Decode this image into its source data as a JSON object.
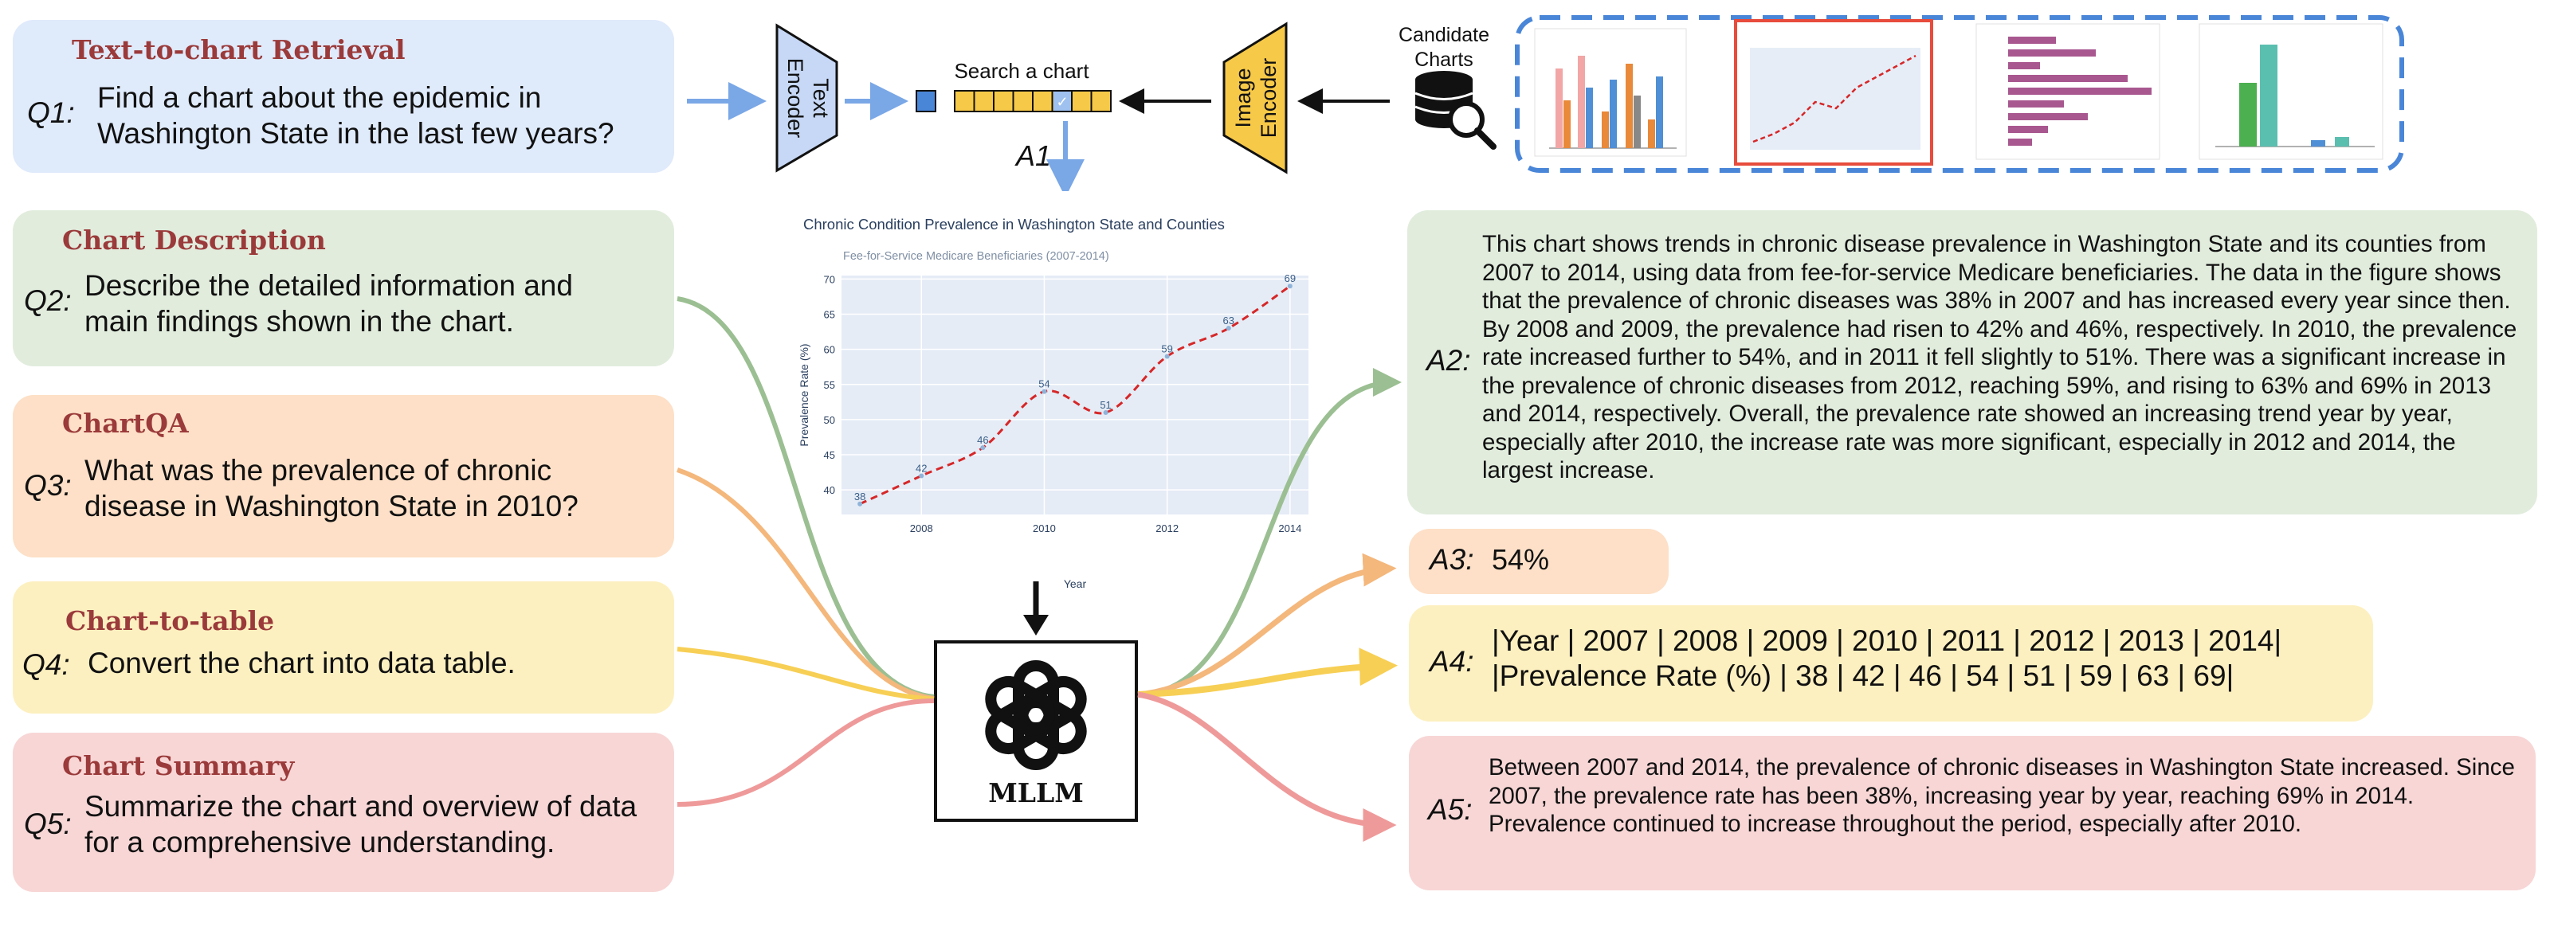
{
  "retrieval": {
    "title": "Text-to-chart Retrieval",
    "q_label": "Q1:",
    "q_text": "Find a chart about the epidemic in Washington State in the last few years?",
    "text_encoder": "Text Encoder",
    "image_encoder": "Image Encoder",
    "search_label": "Search a chart",
    "a_label": "A1",
    "candidate_label": "Candidate Charts"
  },
  "tasks": [
    {
      "title": "Chart Description",
      "q_label": "Q2:",
      "q_text": "Describe the detailed information and main findings shown in the chart."
    },
    {
      "title": "ChartQA",
      "q_label": "Q3:",
      "q_text": "What was the prevalence of chronic disease in Washington State in 2010?"
    },
    {
      "title": "Chart-to-table",
      "q_label": "Q4:",
      "q_text": "Convert the chart into data table."
    },
    {
      "title": "Chart Summary",
      "q_label": "Q5:",
      "q_text": "Summarize the chart and overview of data for a comprehensive understanding."
    }
  ],
  "answers": [
    {
      "label": "A2:",
      "text": "This chart shows trends in chronic disease prevalence in Washington State and its counties from 2007 to 2014, using data from fee-for-service Medicare beneficiaries. The data in the figure shows that the prevalence of chronic diseases was 38% in 2007 and has increased every year since then. By 2008 and 2009, the prevalence had risen to 42% and 46%, respectively. In 2010, the prevalence rate increased further to 54%, and in 2011 it fell slightly to 51%. There was a significant increase in the prevalence of chronic diseases from 2012, reaching 59%, and rising to 63% and 69% in 2013 and 2014, respectively. Overall, the prevalence rate showed an increasing trend year by year, especially after 2010, the increase rate was more significant, especially in 2012 and 2014, the largest increase."
    },
    {
      "label": "A3:",
      "text": "54%"
    },
    {
      "label": "A4:",
      "line1": "|Year | 2007 | 2008 | 2009 | 2010 | 2011 | 2012 | 2013 | 2014|",
      "line2": "|Prevalence Rate (%) | 38 | 42 | 46 | 54 | 51 | 59 | 63 | 69|"
    },
    {
      "label": "A5:",
      "text": "Between 2007 and 2014, the prevalence of chronic diseases in Washington State increased. Since 2007, the prevalence rate has been 38%, increasing year by year, reaching 69% in 2014. Prevalence continued to increase throughout the period, especially after 2010."
    }
  ],
  "mllm_label": "MLLM",
  "colors": {
    "blue": "#dfeafb",
    "green": "#e1ecdd",
    "orange": "#fde0c7",
    "yellow": "#fdf0c0",
    "red": "#f8d6d6",
    "arrow_blue": "#7aa7e6",
    "arrow_green": "#9bbf92",
    "arrow_orange": "#f4b77c",
    "arrow_yellow": "#f7cf55",
    "arrow_red": "#ef9a9a",
    "title_red": "#9b3a3a",
    "encoder_yellow": "#f7c948",
    "encoder_blue": "#c6d8f5"
  },
  "chart_data": {
    "type": "line",
    "title": "Chronic Condition Prevalence in Washington State and Counties",
    "subtitle": "Fee-for-Service Medicare Beneficiaries (2007-2014)",
    "xlabel": "Year",
    "ylabel": "Prevalence Rate (%)",
    "x": [
      2007,
      2008,
      2009,
      2010,
      2011,
      2012,
      2013,
      2014
    ],
    "values": [
      38,
      42,
      46,
      54,
      51,
      59,
      63,
      69
    ],
    "data_labels": [
      "38",
      "42",
      "46",
      "54",
      "51",
      "59",
      "63",
      "69"
    ],
    "xticks": [
      "2008",
      "2010",
      "2012",
      "2014"
    ],
    "yticks": [
      "40",
      "45",
      "50",
      "55",
      "60",
      "65",
      "70"
    ],
    "xlim": [
      2006.7,
      2014.3
    ],
    "ylim": [
      36.5,
      70.5
    ],
    "line_color": "#d62728",
    "grid": true
  }
}
